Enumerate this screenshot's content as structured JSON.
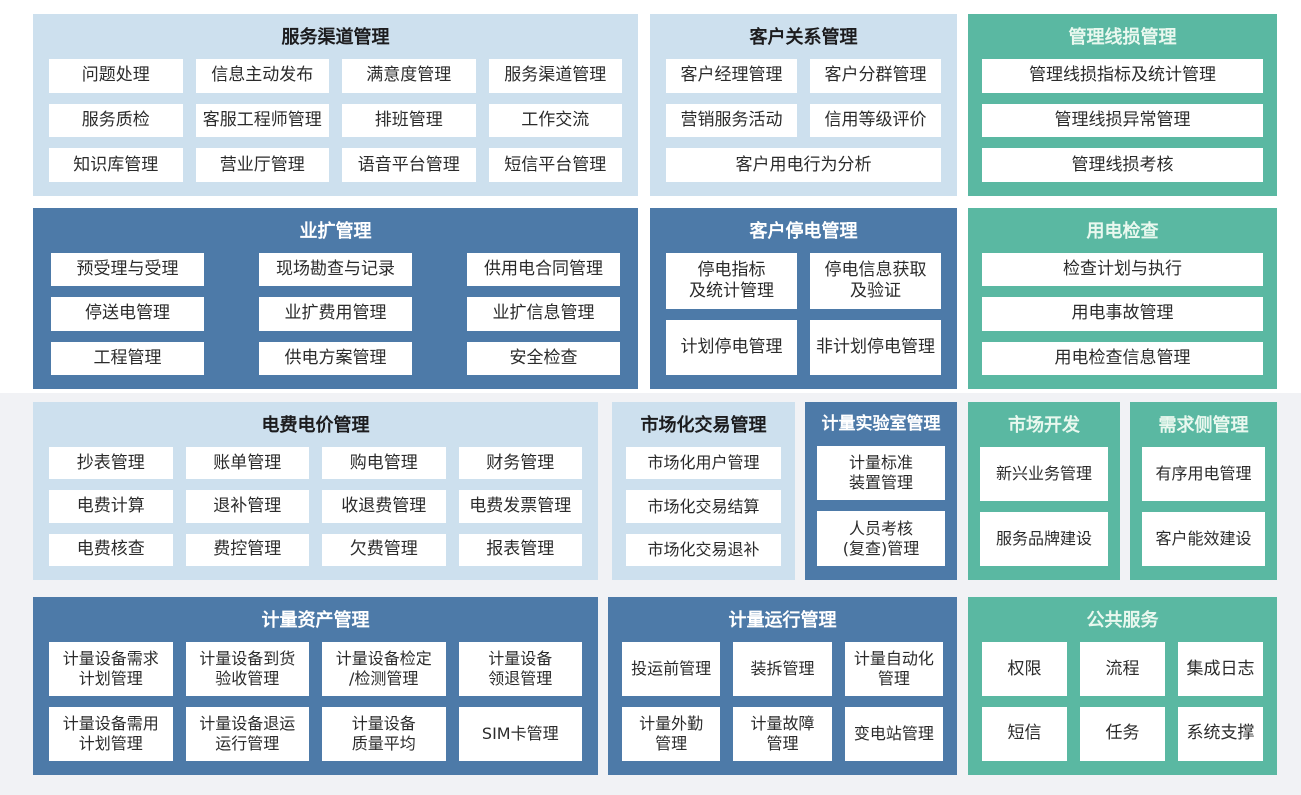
{
  "colors": {
    "panel_light_blue": "#cde0ee",
    "panel_dark_blue": "#4d7aa8",
    "panel_teal": "#5ab8a2",
    "tile_white": "#ffffff",
    "background_top": "#ffffff",
    "background_bottom": "#f1f2f5",
    "title_on_light": "#1c1c1e",
    "title_on_dark": "#ffffff",
    "title_on_teal": "#e9f8ef",
    "tile_text": "#2b2b2b"
  },
  "panels": {
    "service_channel": {
      "title": "服务渠道管理",
      "items": [
        "问题处理",
        "信息主动发布",
        "满意度管理",
        "服务渠道管理",
        "服务质检",
        "客服工程师管理",
        "排班管理",
        "工作交流",
        "知识库管理",
        "营业厅管理",
        "语音平台管理",
        "短信平台管理"
      ]
    },
    "customer_relationship": {
      "title": "客户关系管理",
      "items": [
        "客户经理管理",
        "客户分群管理",
        "营销服务活动",
        "信用等级评价",
        "客户用电行为分析"
      ]
    },
    "line_loss": {
      "title": "管理线损管理",
      "items": [
        "管理线损指标及统计管理",
        "管理线损异常管理",
        "管理线损考核"
      ]
    },
    "business_expansion": {
      "title": "业扩管理",
      "items": [
        "预受理与受理",
        "现场勘查与记录",
        "供用电合同管理",
        "停送电管理",
        "业扩费用管理",
        "业扩信息管理",
        "工程管理",
        "供电方案管理",
        "安全检查"
      ]
    },
    "customer_outage": {
      "title": "客户停电管理",
      "items": [
        "停电指标\n及统计管理",
        "停电信息获取\n及验证",
        "计划停电管理",
        "非计划停电管理"
      ]
    },
    "power_inspection": {
      "title": "用电检查",
      "items": [
        "检查计划与执行",
        "用电事故管理",
        "用电检查信息管理"
      ]
    },
    "billing": {
      "title": "电费电价管理",
      "items": [
        "抄表管理",
        "账单管理",
        "购电管理",
        "财务管理",
        "电费计算",
        "退补管理",
        "收退费管理",
        "电费发票管理",
        "电费核查",
        "费控管理",
        "欠费管理",
        "报表管理"
      ]
    },
    "market_trade": {
      "title": "市场化交易管理",
      "items": [
        "市场化用户管理",
        "市场化交易结算",
        "市场化交易退补"
      ]
    },
    "metering_lab": {
      "title": "计量实验室管理",
      "items": [
        "计量标准\n装置管理",
        "人员考核\n(复查)管理"
      ]
    },
    "market_dev": {
      "title": "市场开发",
      "items": [
        "新兴业务管理",
        "服务品牌建设"
      ]
    },
    "demand_side": {
      "title": "需求侧管理",
      "items": [
        "有序用电管理",
        "客户能效建设"
      ]
    },
    "metering_assets": {
      "title": "计量资产管理",
      "items": [
        "计量设备需求\n计划管理",
        "计量设备到货\n验收管理",
        "计量设备检定\n/检测管理",
        "计量设备\n领退管理",
        "计量设备需用\n计划管理",
        "计量设备退运\n运行管理",
        "计量设备\n质量平均",
        "SIM卡管理"
      ]
    },
    "metering_ops": {
      "title": "计量运行管理",
      "items": [
        "投运前管理",
        "装拆管理",
        "计量自动化\n管理",
        "计量外勤\n管理",
        "计量故障\n管理",
        "变电站管理"
      ]
    },
    "public_services": {
      "title": "公共服务",
      "items": [
        "权限",
        "流程",
        "集成日志",
        "短信",
        "任务",
        "系统支撑"
      ]
    }
  }
}
